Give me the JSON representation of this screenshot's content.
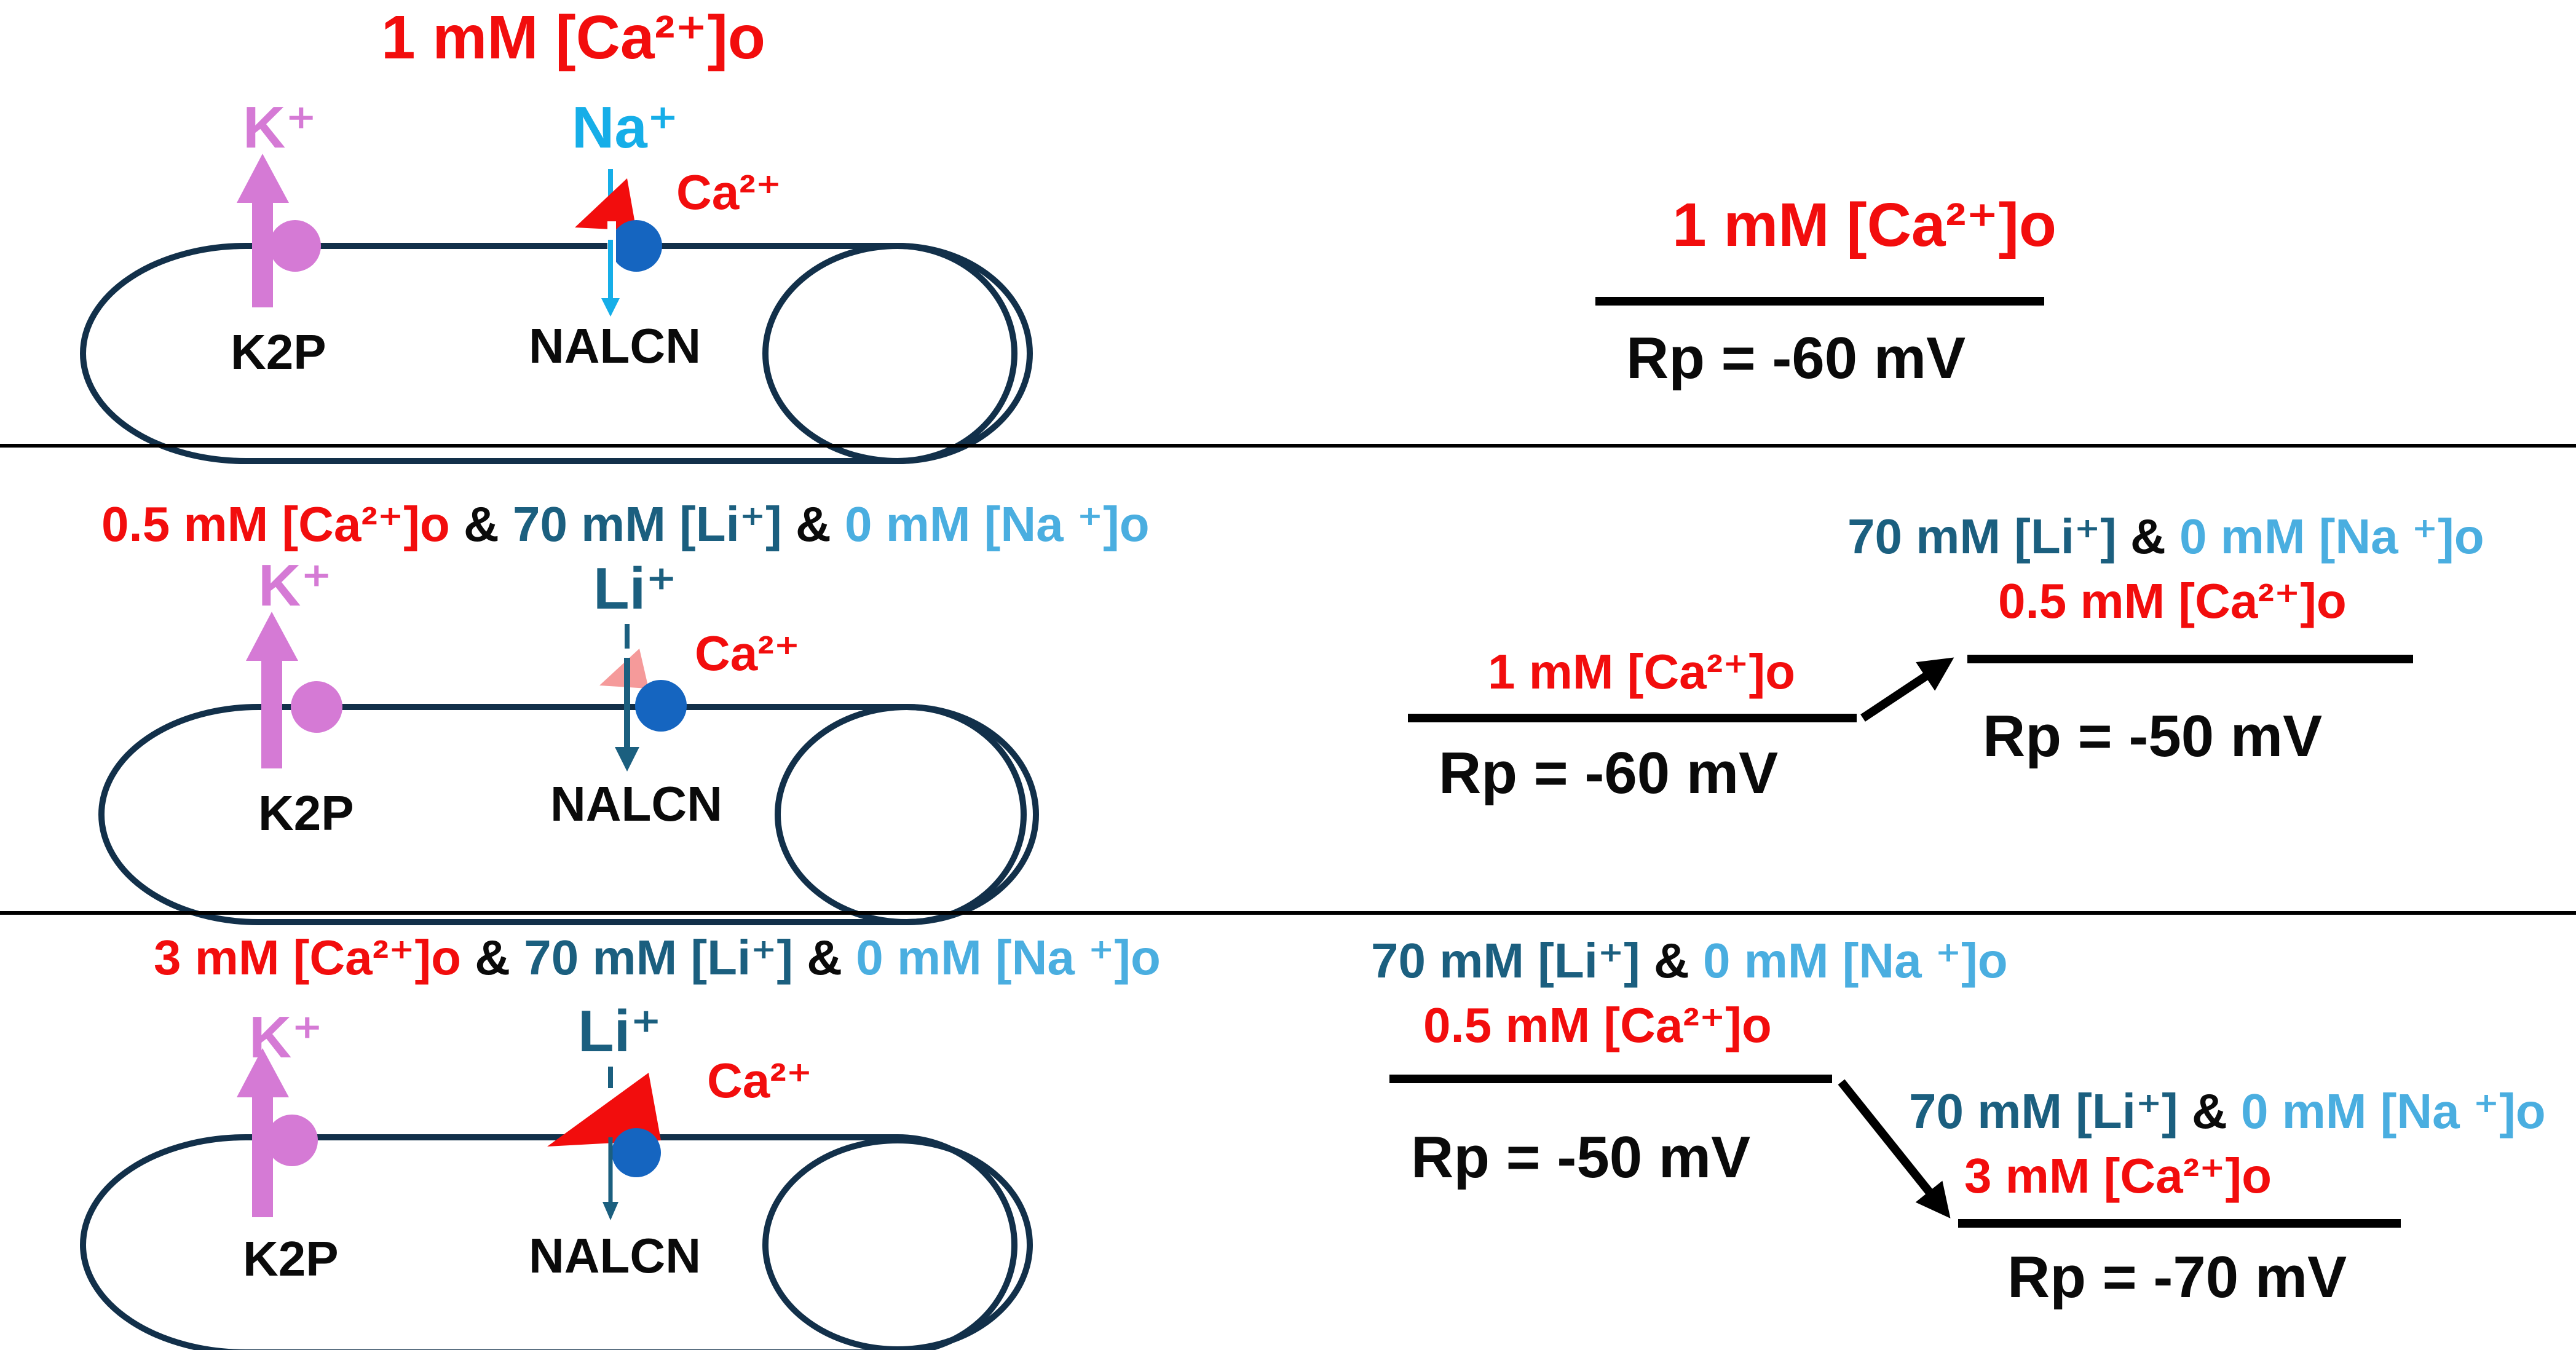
{
  "panel1": {
    "title": "1 mM [Ca²⁺]o",
    "k_ion": "K⁺",
    "na_ion": "Na⁺",
    "ca_ion": "Ca²⁺",
    "k2p_label": "K2P",
    "nalcn_label": "NALCN",
    "level_condition": "1 mM [Ca²⁺]o",
    "level_rp": "Rp = -60 mV"
  },
  "panel2": {
    "title_ca": "0.5 mM [Ca²⁺]o",
    "title_amp1": " & ",
    "title_li": "70 mM [Li⁺]",
    "title_amp2": " & ",
    "title_na": "0 mM [Na ⁺]o",
    "k_ion": "K⁺",
    "li_ion": "Li⁺",
    "ca_ion": "Ca²⁺",
    "k2p_label": "K2P",
    "nalcn_label": "NALCN",
    "level1_condition": "1 mM [Ca²⁺]o",
    "level1_rp": "Rp = -60 mV",
    "level2_li": "70 mM [Li⁺]",
    "level2_amp": " & ",
    "level2_na": "0 mM [Na ⁺]o",
    "level2_ca": "0.5 mM [Ca²⁺]o",
    "level2_rp": "Rp = -50 mV"
  },
  "panel3": {
    "title_ca": "3 mM [Ca²⁺]o",
    "title_amp1": " & ",
    "title_li": "70 mM [Li⁺]",
    "title_amp2": " & ",
    "title_na": "0 mM [Na ⁺]o",
    "k_ion": "K⁺",
    "li_ion": "Li⁺",
    "ca_ion": "Ca²⁺",
    "k2p_label": "K2P",
    "nalcn_label": "NALCN",
    "level1_li": "70 mM [Li⁺]",
    "level1_amp": " & ",
    "level1_na": "0 mM [Na ⁺]o",
    "level1_ca": "0.5 mM [Ca²⁺]o",
    "level1_rp": "Rp = -50 mV",
    "level2_li": "70 mM [Li⁺]",
    "level2_amp": " & ",
    "level2_na": "0 mM [Na ⁺]o",
    "level2_ca": "3 mM [Ca²⁺]o",
    "level2_rp": "Rp = -70 mV"
  },
  "colors": {
    "calcium": "#f20d0d",
    "lithium": "#1b5f7f",
    "sodium_label": "#4aaee0",
    "sodium_ion": "#16aee8",
    "potassium": "#d57ad5",
    "channel": "#1565c0"
  }
}
